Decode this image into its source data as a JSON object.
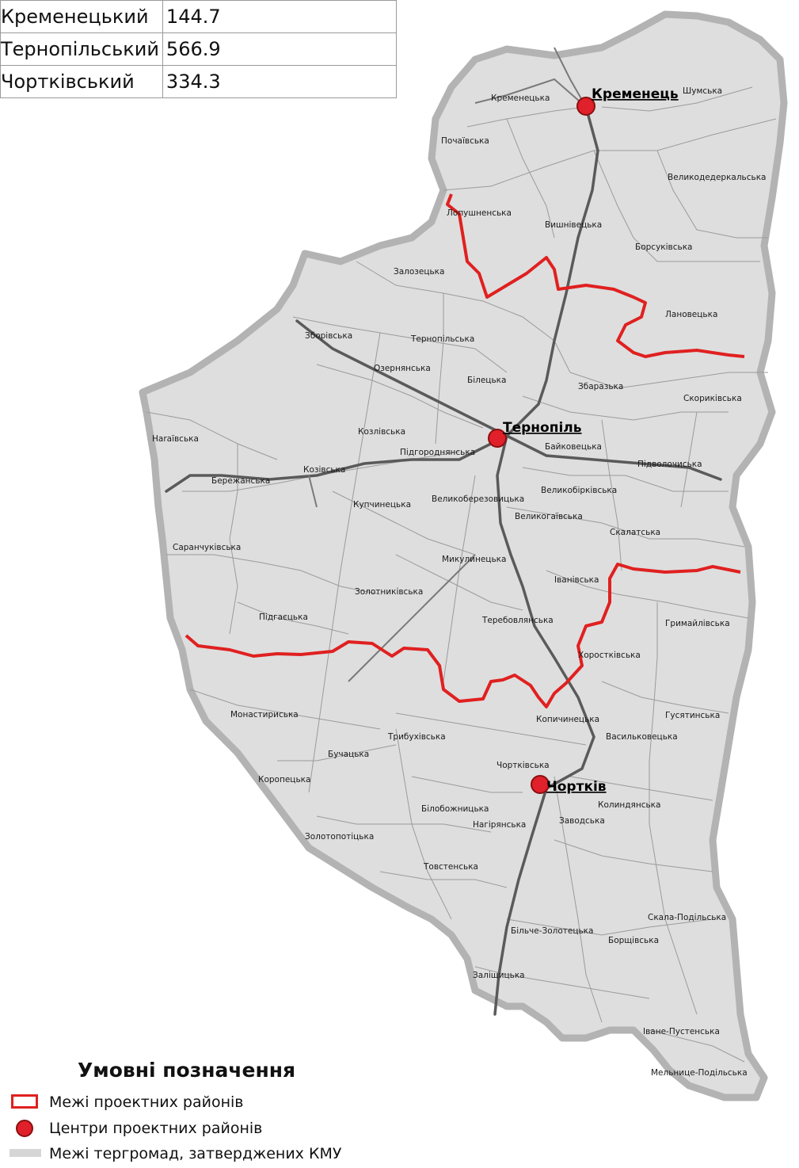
{
  "stats_table": {
    "rows": [
      {
        "name": "Кременецький",
        "value": "144.7"
      },
      {
        "name": "Тернопільський",
        "value": "566.9"
      },
      {
        "name": "Чортківський",
        "value": "334.3"
      }
    ]
  },
  "centers": [
    {
      "name": "Кременець"
    },
    {
      "name": "Тернопіль"
    },
    {
      "name": "Чортків"
    }
  ],
  "communities": [
    "Кременецька",
    "Шумська",
    "Почаївська",
    "Великодедеркальська",
    "Лопушненська",
    "Вишнівецька",
    "Борсуківська",
    "Залозецька",
    "Лановецька",
    "Зборівська",
    "Тернопільська",
    "Озернянська",
    "Білецька",
    "Збаразька",
    "Скориківська",
    "Наraївська",
    "Козлівська",
    "Підгороднянська",
    "Байковецька",
    "Підволочиська",
    "Козівська",
    "Бережанська",
    "Купчинецька",
    "Великоберезовицька",
    "Великобірківська",
    "Великогаївська",
    "Скалатська",
    "Саранчуківська",
    "Микулинецька",
    "Іванівська",
    "Золотниківська",
    "Підгаєцька",
    "Теребовлянська",
    "Гримайлівська",
    "Хоростківська",
    "Монастириська",
    "Копичинецька",
    "Гусятинська",
    "Трибухівська",
    "Васильковецька",
    "Бучацька",
    "Чортківська",
    "Коропецька",
    "Колиндянська",
    "Білобожницька",
    "Заводська",
    "Нагірянська",
    "Золотопотіцька",
    "Товстенська",
    "Скала-Подільська",
    "Більче-Золотецька",
    "Борщівська",
    "Заліщицька",
    "Іване-Пустенська",
    "Мельнице-Подільська"
  ],
  "legend": {
    "title": "Умовні позначення",
    "items": [
      {
        "label": "Межі проектних районів"
      },
      {
        "label": "Центри проектних районів"
      },
      {
        "label": "Межі тергромад, затверджених КМУ"
      }
    ]
  },
  "colors": {
    "region_fill": "#dedede",
    "region_outline": "#b3b3b3",
    "district_border": "#e02020",
    "center_fill": "#e0202a",
    "roads": "#5a5a5a"
  }
}
